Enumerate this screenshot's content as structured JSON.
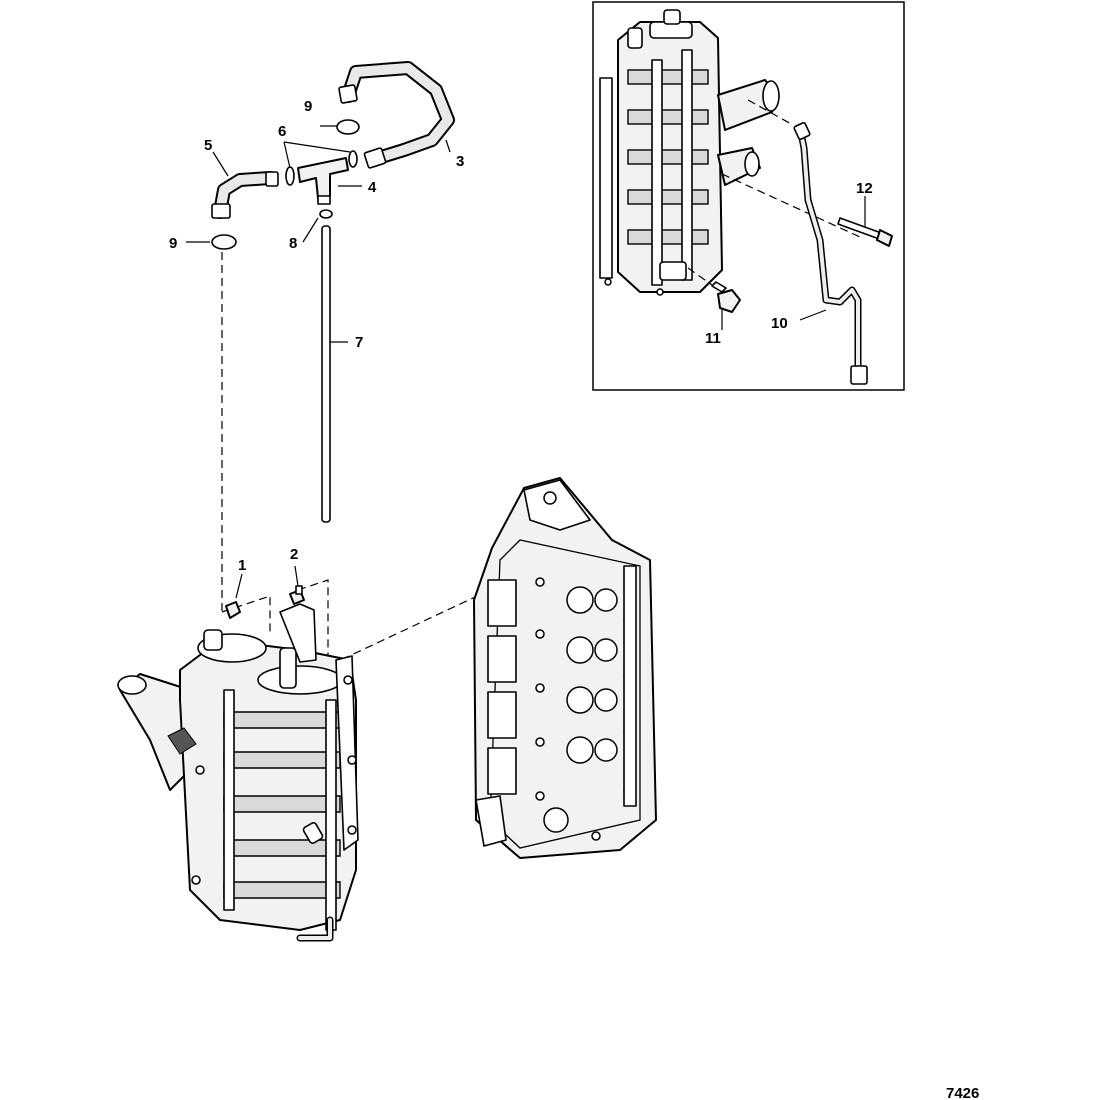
{
  "diagram": {
    "figure_number": "7426",
    "callouts": {
      "c1": "1",
      "c2": "2",
      "c3": "3",
      "c4": "4",
      "c5": "5",
      "c6": "6",
      "c7": "7",
      "c8": "8",
      "c9a": "9",
      "c9b": "9",
      "c10": "10",
      "c11": "11",
      "c12": "12"
    }
  }
}
